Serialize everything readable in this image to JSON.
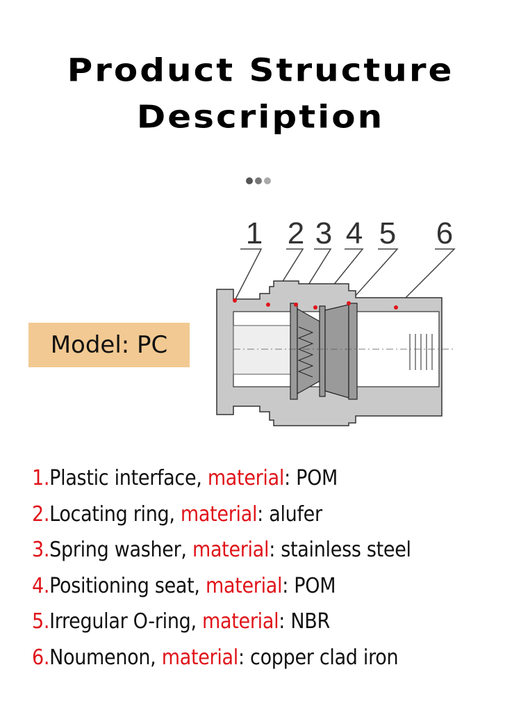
{
  "header": {
    "title_line1": "Product Structure",
    "title_line2": "Description"
  },
  "model_badge": {
    "text": "Model: PC",
    "color": "#f2c992"
  },
  "diagram": {
    "part_numbers": [
      "1",
      "2",
      "3",
      "4",
      "5",
      "6"
    ]
  },
  "parts": [
    {
      "num": "1.",
      "name": "Plastic interface, ",
      "mat": "material",
      "value": ": POM"
    },
    {
      "num": "2.",
      "name": "Locating ring, ",
      "mat": "material",
      "value": ": alufer"
    },
    {
      "num": "3.",
      "name": "Spring washer, ",
      "mat": "material",
      "value": ": stainless steel"
    },
    {
      "num": "4.",
      "name": "Positioning seat, ",
      "mat": "material",
      "value": ": POM"
    },
    {
      "num": "5.",
      "name": "Irregular O-ring, ",
      "mat": "material",
      "value": ": NBR"
    },
    {
      "num": "6.",
      "name": "Noumenon, ",
      "mat": "material",
      "value": ": copper clad iron"
    }
  ],
  "accent_color": "#e0141a"
}
